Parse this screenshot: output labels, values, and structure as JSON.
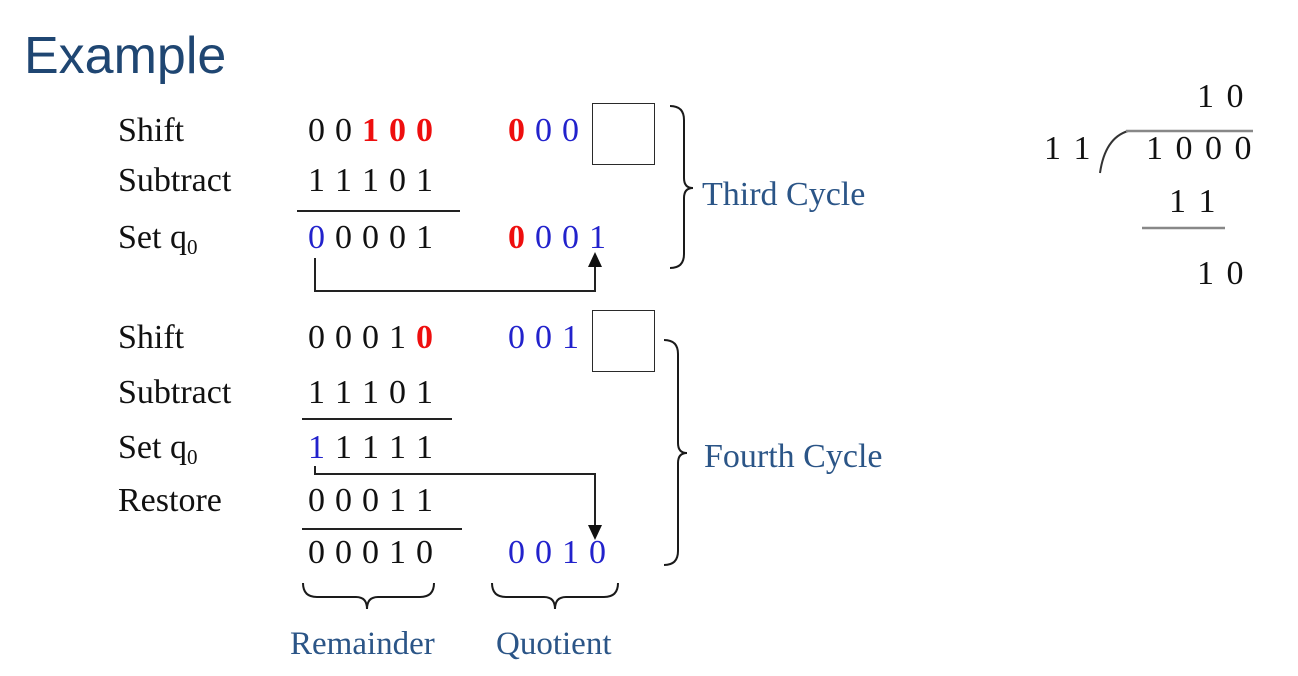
{
  "title": "Example",
  "colors": {
    "title": "#1f4672",
    "cycle_label": "#2b5587",
    "digit_red": "#ee0e0e",
    "digit_blue": "#2222cc",
    "text": "#111111"
  },
  "cycle3": {
    "label": "Third Cycle",
    "rows": {
      "shift": {
        "label": "Shift",
        "g1": [
          {
            "t": "0",
            "c": "k"
          },
          {
            "t": "0",
            "c": "k"
          },
          {
            "t": "1",
            "c": "r"
          },
          {
            "t": "0",
            "c": "r"
          },
          {
            "t": "0",
            "c": "r"
          }
        ],
        "g2": [
          {
            "t": "0",
            "c": "r"
          },
          {
            "t": "0",
            "c": "b"
          },
          {
            "t": "0",
            "c": "b"
          }
        ]
      },
      "subtract": {
        "label": "Subtract",
        "g1": [
          {
            "t": "1",
            "c": "k"
          },
          {
            "t": "1",
            "c": "k"
          },
          {
            "t": "1",
            "c": "k"
          },
          {
            "t": "0",
            "c": "k"
          },
          {
            "t": "1",
            "c": "k"
          }
        ]
      },
      "setq": {
        "label": "Set q",
        "label_sub": "0",
        "g1": [
          {
            "t": "0",
            "c": "b"
          },
          {
            "t": "0",
            "c": "k"
          },
          {
            "t": "0",
            "c": "k"
          },
          {
            "t": "0",
            "c": "k"
          },
          {
            "t": "1",
            "c": "k"
          }
        ],
        "g2": [
          {
            "t": "0",
            "c": "r"
          },
          {
            "t": "0",
            "c": "b"
          },
          {
            "t": "0",
            "c": "b"
          },
          {
            "t": "1",
            "c": "b"
          }
        ]
      }
    }
  },
  "cycle4": {
    "label": "Fourth Cycle",
    "rows": {
      "shift": {
        "label": "Shift",
        "g1": [
          {
            "t": "0",
            "c": "k"
          },
          {
            "t": "0",
            "c": "k"
          },
          {
            "t": "0",
            "c": "k"
          },
          {
            "t": "1",
            "c": "k"
          },
          {
            "t": "0",
            "c": "r"
          }
        ],
        "g2": [
          {
            "t": "0",
            "c": "b"
          },
          {
            "t": "0",
            "c": "b"
          },
          {
            "t": "1",
            "c": "b"
          }
        ]
      },
      "subtract": {
        "label": "Subtract",
        "g1": [
          {
            "t": "1",
            "c": "k"
          },
          {
            "t": "1",
            "c": "k"
          },
          {
            "t": "1",
            "c": "k"
          },
          {
            "t": "0",
            "c": "k"
          },
          {
            "t": "1",
            "c": "k"
          }
        ]
      },
      "setq": {
        "label": "Set q",
        "label_sub": "0",
        "g1": [
          {
            "t": "1",
            "c": "b"
          },
          {
            "t": "1",
            "c": "k"
          },
          {
            "t": "1",
            "c": "k"
          },
          {
            "t": "1",
            "c": "k"
          },
          {
            "t": "1",
            "c": "k"
          }
        ]
      },
      "restore": {
        "label": "Restore",
        "g1": [
          {
            "t": "0",
            "c": "k"
          },
          {
            "t": "0",
            "c": "k"
          },
          {
            "t": "0",
            "c": "k"
          },
          {
            "t": "1",
            "c": "k"
          },
          {
            "t": "1",
            "c": "k"
          }
        ]
      },
      "result": {
        "g1": [
          {
            "t": "0",
            "c": "k"
          },
          {
            "t": "0",
            "c": "k"
          },
          {
            "t": "0",
            "c": "k"
          },
          {
            "t": "1",
            "c": "k"
          },
          {
            "t": "0",
            "c": "k"
          }
        ],
        "g2": [
          {
            "t": "0",
            "c": "b"
          },
          {
            "t": "0",
            "c": "b"
          },
          {
            "t": "1",
            "c": "b"
          },
          {
            "t": "0",
            "c": "b"
          }
        ]
      }
    }
  },
  "legend": {
    "remainder": "Remainder",
    "quotient": "Quotient"
  },
  "long_division": {
    "quotient": "1 0",
    "divisor": "1 1",
    "dividend": "1 0 0 0",
    "subtrahend": "1 1",
    "remainder": "1 0"
  }
}
